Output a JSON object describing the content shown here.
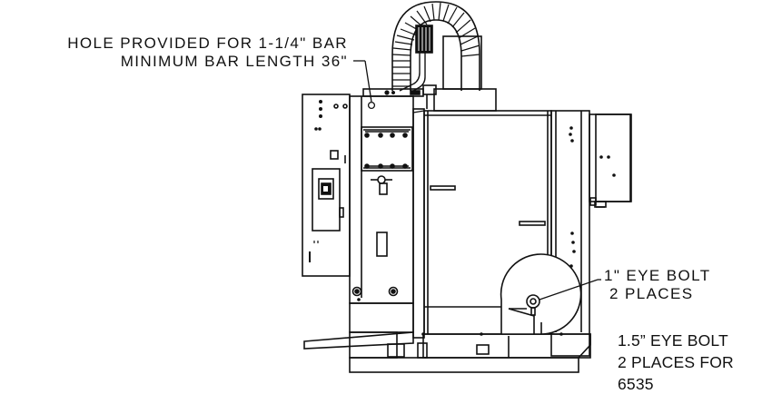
{
  "callouts": {
    "hole": {
      "line1": "HOLE PROVIDED FOR 1-1/4\" BAR",
      "line2": "MINIMUM BAR LENGTH 36\""
    },
    "eye_bolt_1": {
      "line1": "1\" EYE BOLT",
      "line2": "2 PLACES"
    },
    "eye_bolt_15": {
      "line1": "1.5” EYE BOLT",
      "line2": "2 PLACES FOR",
      "line3": "6535"
    }
  },
  "colors": {
    "line": "#111111",
    "background": "#ffffff"
  }
}
